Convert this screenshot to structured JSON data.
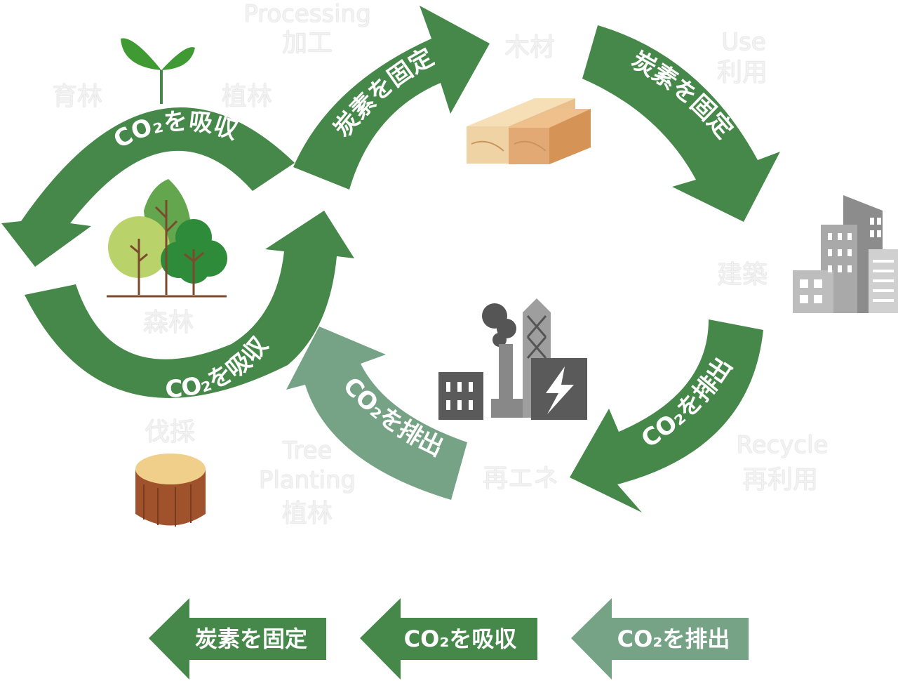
{
  "colors": {
    "carbon_fix": "#45884a",
    "absorb": "#45884a",
    "emit": "#76a385",
    "light_label": "#f2f2f2"
  },
  "labels": {
    "processing_en": "Processing",
    "processing_jp": "加工",
    "wood": "木材",
    "use_en": "Use",
    "use_jp": "利用",
    "nurture": "育林",
    "plant_top": "植林",
    "forest": "森林",
    "construction": "建築",
    "felling": "伐採",
    "tree_planting_en_1": "Tree",
    "tree_planting_en_2": "Planting",
    "tree_planting_jp": "植林",
    "renewable": "再エネ",
    "recycle_en": "Recycle",
    "recycle_jp": "再利用"
  },
  "arrows": {
    "forest_top": "CO₂を吸収",
    "forest_bottom": "CO₂を吸収",
    "processing": "炭素を固定",
    "use": "炭素を固定",
    "recycle": "CO₂を排出",
    "renewable": "CO₂を排出"
  },
  "legend": {
    "fix": "炭素を固定",
    "absorb": "CO₂を吸収",
    "emit": "CO₂を排出"
  },
  "icons": {
    "sprout": "sprout-icon",
    "trees": "forest-trees-icon",
    "lumber": "lumber-icon",
    "buildings": "buildings-icon",
    "factory": "power-plant-icon",
    "stump": "tree-stump-icon"
  }
}
